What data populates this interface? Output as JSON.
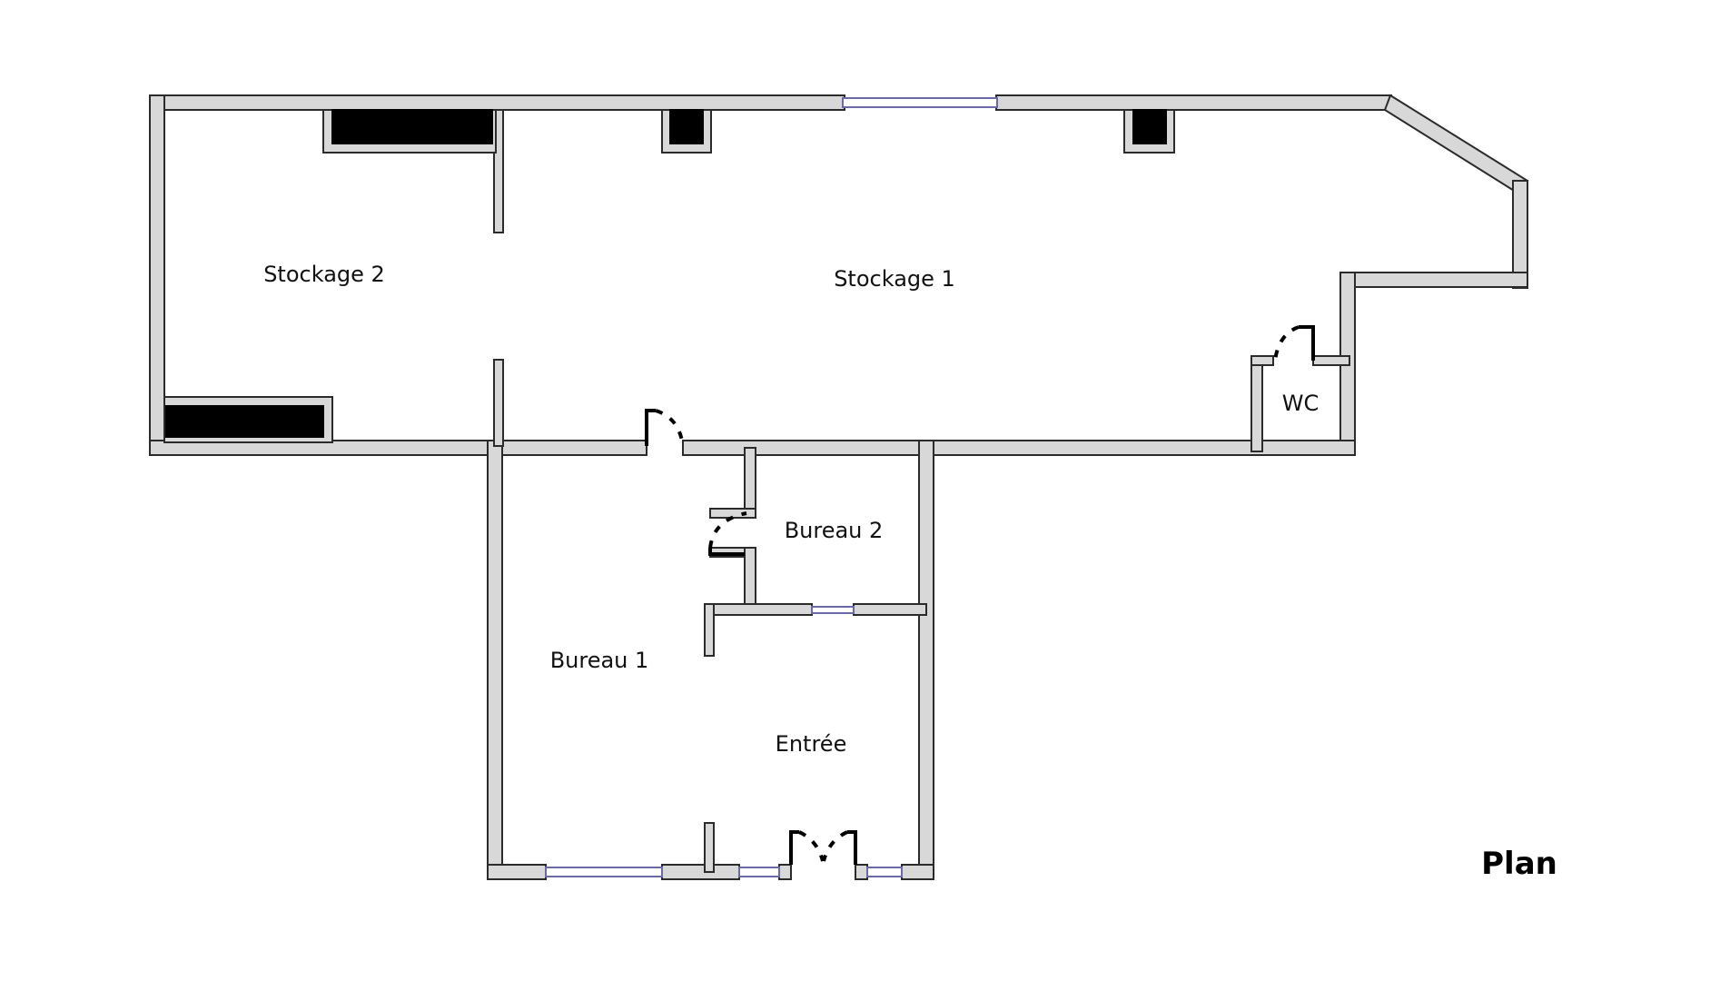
{
  "title": "Plan",
  "rooms": {
    "stockage1": "Stockage 1",
    "stockage2": "Stockage 2",
    "wc": "WC",
    "bureau1": "Bureau 1",
    "bureau2": "Bureau 2",
    "entree": "Entrée"
  },
  "colors": {
    "wall_fill": "#d8d8d8",
    "wall_outline": "#2b2b2b",
    "window": "#6a6aa8",
    "blocks": "#000000"
  }
}
